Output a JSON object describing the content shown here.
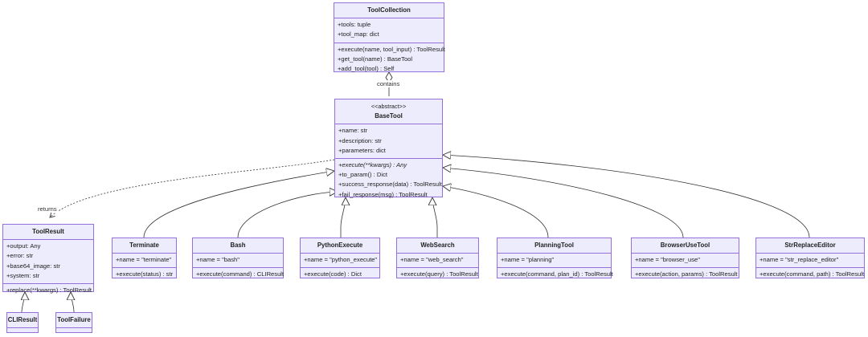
{
  "classes": {
    "tool_collection": {
      "name": "ToolCollection",
      "attributes": [
        "+tools: tuple",
        "+tool_map: dict"
      ],
      "methods": [
        "+execute(name, tool_input) : ToolResult",
        "+get_tool(name) : BaseTool",
        "+add_tool(tool) : Self"
      ]
    },
    "base_tool": {
      "stereotype": "<<abstract>>",
      "name": "BaseTool",
      "attributes": [
        "+name: str",
        "+description: str",
        "+parameters: dict"
      ],
      "methods": [
        "+execute(**kwargs) : Any",
        "+to_param() : Dict",
        "+success_response(data) : ToolResult",
        "+fail_response(msg) : ToolResult"
      ]
    },
    "tool_result": {
      "name": "ToolResult",
      "attributes": [
        "+output: Any",
        "+error: str",
        "+base64_image: str",
        "+system: str"
      ],
      "methods": [
        "+replace(**kwargs) : ToolResult"
      ]
    },
    "terminate": {
      "name": "Terminate",
      "attributes": [
        "+name = \"terminate\""
      ],
      "methods": [
        "+execute(status) : str"
      ]
    },
    "bash": {
      "name": "Bash",
      "attributes": [
        "+name = \"bash\""
      ],
      "methods": [
        "+execute(command) : CLIResult"
      ]
    },
    "python_execute": {
      "name": "PythonExecute",
      "attributes": [
        "+name = \"python_execute\""
      ],
      "methods": [
        "+execute(code) : Dict"
      ]
    },
    "web_search": {
      "name": "WebSearch",
      "attributes": [
        "+name = \"web_search\""
      ],
      "methods": [
        "+execute(query) : ToolResult"
      ]
    },
    "planning_tool": {
      "name": "PlanningTool",
      "attributes": [
        "+name = \"planning\""
      ],
      "methods": [
        "+execute(command, plan_id) : ToolResult"
      ]
    },
    "browser_use_tool": {
      "name": "BrowserUseTool",
      "attributes": [
        "+name = \"browser_use\""
      ],
      "methods": [
        "+execute(action, params) : ToolResult"
      ]
    },
    "str_replace_editor": {
      "name": "StrReplaceEditor",
      "attributes": [
        "+name = \"str_replace_editor\""
      ],
      "methods": [
        "+execute(command, path) : ToolResult"
      ]
    },
    "cli_result": {
      "name": "CLIResult"
    },
    "tool_failure": {
      "name": "ToolFailure"
    }
  },
  "relations": {
    "contains": "contains",
    "returns": "returns"
  },
  "colors": {
    "class_fill": "#ececfc",
    "class_border": "#9370db",
    "edge": "#333333"
  }
}
